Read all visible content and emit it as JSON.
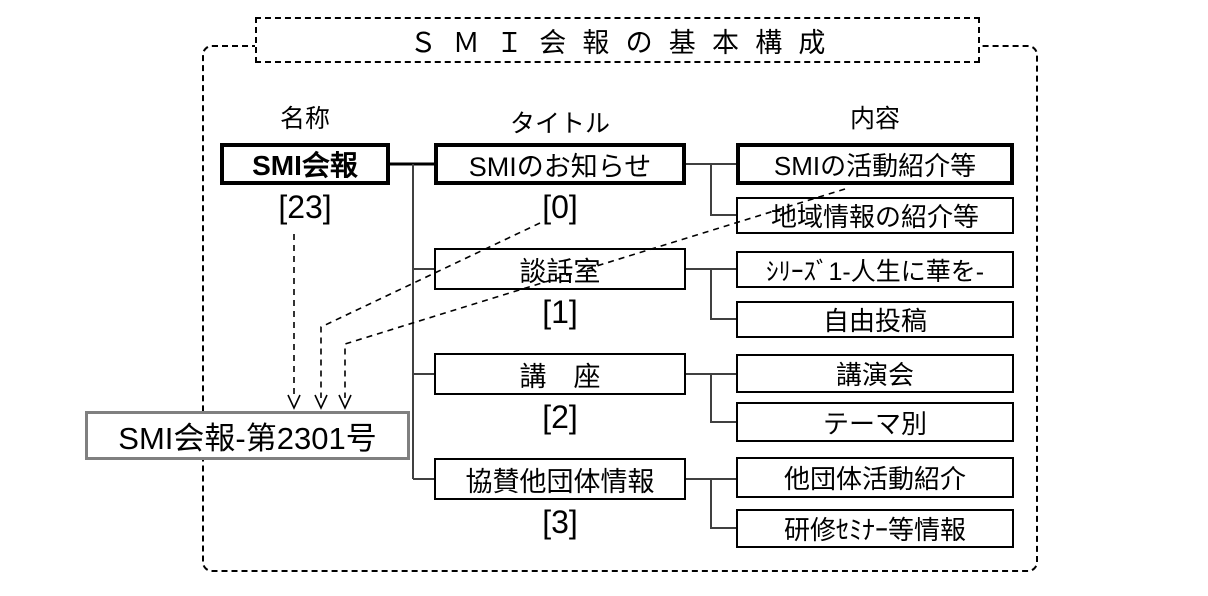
{
  "title": "ＳＭＩ会報の基本構成",
  "columns": {
    "name": "名称",
    "title": "タイトル",
    "content": "内容"
  },
  "name_box": {
    "label": "SMI会報",
    "index": "[23]"
  },
  "titles": [
    {
      "label": "SMIのお知らせ",
      "index": "[0]",
      "contents": [
        "SMIの活動紹介等",
        "地域情報の紹介等"
      ]
    },
    {
      "label": "談話室",
      "index": "[1]",
      "contents": [
        "ｼﾘｰｽﾞ1-人生に華を-",
        "自由投稿"
      ]
    },
    {
      "label": "講　座",
      "index": "[2]",
      "contents": [
        "講演会",
        "テーマ別"
      ]
    },
    {
      "label": "協賛他団体情報",
      "index": "[3]",
      "contents": [
        "他団体活動紹介",
        "研修ｾﾐﾅｰ等情報"
      ]
    }
  ],
  "result_box": {
    "label": "SMI会報-第2301号"
  },
  "colors": {
    "line": "#000000",
    "connector": "#404040",
    "result_border": "#808080"
  }
}
